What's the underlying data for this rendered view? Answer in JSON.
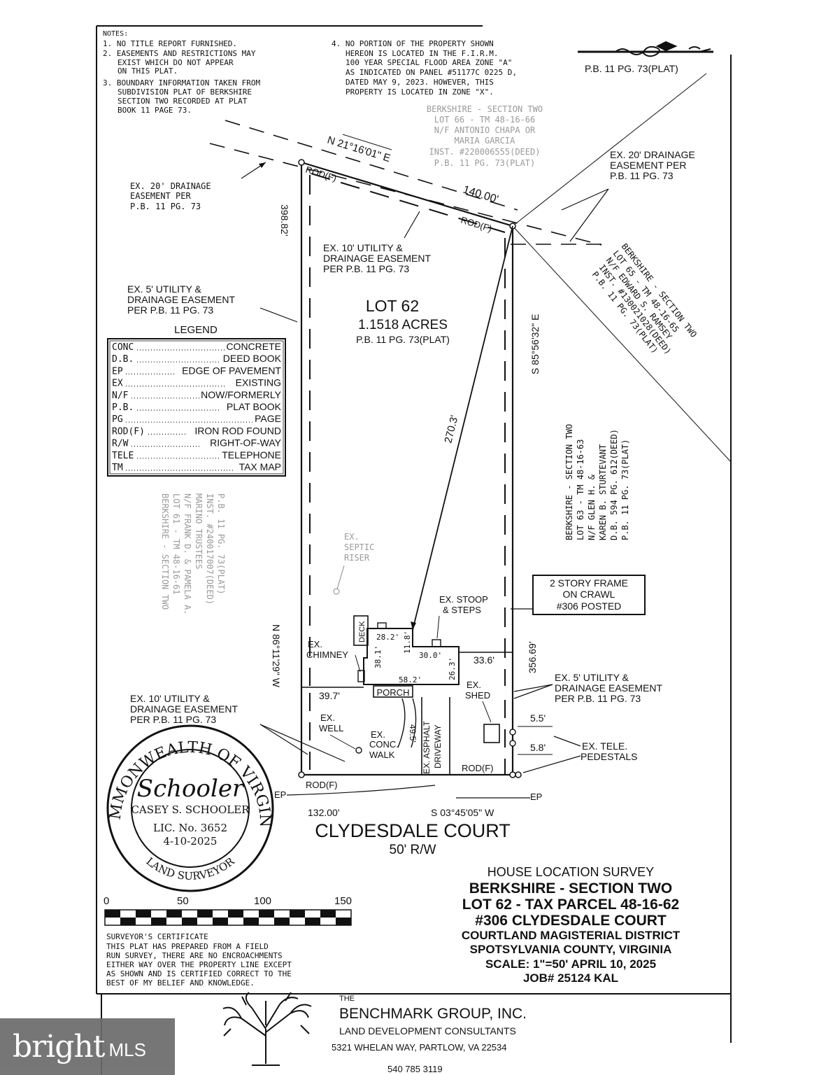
{
  "notes": {
    "heading": "NOTES:",
    "n1": "1. NO TITLE REPORT FURNISHED.",
    "n2a": "2. EASEMENTS AND RESTRICTIONS MAY",
    "n2b": "EXIST WHICH DO NOT APPEAR",
    "n2c": "ON THIS PLAT.",
    "n3a": "3. BOUNDARY INFORMATION TAKEN FROM",
    "n3b": "SUBDIVISION PLAT OF BERKSHIRE",
    "n3c": "SECTION TWO RECORDED AT PLAT",
    "n3d": "BOOK 11 PAGE 73.",
    "n4a": "4. NO PORTION OF THE PROPERTY SHOWN",
    "n4b": "HEREON IS LOCATED IN THE F.I.R.M.",
    "n4c": "100 YEAR SPECIAL FLOOD AREA ZONE \"A\"",
    "n4d": "AS INDICATED ON PANEL #51177C 0225 D,",
    "n4e": "DATED MAY 9, 2023. HOWEVER, THIS",
    "n4f": "PROPERTY IS LOCATED IN ZONE \"X\"."
  },
  "north_ref": "P.B. 11 PG. 73(PLAT)",
  "adjoiners": {
    "lot66": [
      "BERKSHIRE - SECTION TWO",
      "LOT 66 - TM 48-16-66",
      "N/F ANTONIO CHAPA OR",
      "MARIA GARCIA",
      "INST. #220006555(DEED)",
      "P.B. 11 PG. 73(PLAT)"
    ],
    "lot65": [
      "BERKSHIRE - SECTION TWO",
      "LOT 65 - TM 48-16-65",
      "N/F EDWARD S. RAMSEY",
      "INST. #130021028(DEED)",
      "P.B. 11 PG. 73(PLAT)"
    ],
    "lot63": [
      "BERKSHIRE - SECTION TWO",
      "LOT 63 - TM 48-16-63",
      "N/F GLEN H. &",
      "KAREN B. STURTEVANT",
      "D.B. 594 PG. 612(DEED)",
      "P.B. 11 PG. 73(PLAT)"
    ],
    "lot61": [
      "BERKSHIRE - SECTION TWO",
      "LOT 61 - TM 48-16-61",
      "N/F FRANK D. & PAMELA A.",
      "MARINO TRUSTEES",
      "INST. #240017007(DEED)",
      "P.B. 11 PG. 73(PLAT)"
    ]
  },
  "bearings": {
    "north": "N 21°16'01\" E",
    "north_dist": "140.00'",
    "east": "S 85°56'32\" E",
    "east_dist": "356.69'",
    "west": "N 86°11'29\" W",
    "west_dist": "398.82'",
    "south": "S 03°45'05\" W",
    "south_dist": "132.00'",
    "diag_dist": "270.3'"
  },
  "lot": {
    "name": "LOT 62",
    "acres": "1.1518 ACRES",
    "ref": "P.B. 11 PG. 73(PLAT)"
  },
  "easements": {
    "drain20_left": [
      "EX. 20' DRAINAGE",
      "EASEMENT PER",
      "P.B. 11 PG. 73"
    ],
    "drain20_right": [
      "EX. 20' DRAINAGE",
      "EASEMENT PER",
      "P.B. 11 PG. 73"
    ],
    "util10_top": [
      "EX. 10' UTILITY &",
      "DRAINAGE EASEMENT",
      "PER P.B. 11 PG. 73"
    ],
    "util5_left": [
      "EX. 5' UTILITY &",
      "DRAINAGE EASEMENT",
      "PER P.B. 11 PG. 73"
    ],
    "util5_right": [
      "EX. 5' UTILITY &",
      "DRAINAGE EASEMENT",
      "PER P.B. 11 PG. 73"
    ],
    "util10_bottom": [
      "EX. 10' UTILITY &",
      "DRAINAGE EASEMENT",
      "PER P.B. 11 PG. 73"
    ]
  },
  "legend": {
    "title": "LEGEND",
    "rows": [
      {
        "abbr": "CONC",
        "text": "CONCRETE"
      },
      {
        "abbr": "D.B.",
        "text": "DEED BOOK"
      },
      {
        "abbr": "EP",
        "text": "EDGE OF PAVEMENT"
      },
      {
        "abbr": "EX",
        "text": "EXISTING"
      },
      {
        "abbr": "N/F",
        "text": "NOW/FORMERLY"
      },
      {
        "abbr": "P.B.",
        "text": "PLAT BOOK"
      },
      {
        "abbr": "PG",
        "text": "PAGE"
      },
      {
        "abbr": "ROD(F)",
        "text": "IRON ROD FOUND"
      },
      {
        "abbr": "R/W",
        "text": "RIGHT-OF-WAY"
      },
      {
        "abbr": "TELE",
        "text": "TELEPHONE"
      },
      {
        "abbr": "TM",
        "text": "TAX MAP"
      }
    ]
  },
  "labels": {
    "rod": "ROD(F)",
    "septic": [
      "EX.",
      "SEPTIC",
      "RISER"
    ],
    "house_note": [
      "2 STORY FRAME",
      "ON CRAWL",
      "#306 POSTED"
    ],
    "stoop": [
      "EX. STOOP",
      "& STEPS"
    ],
    "chimney": [
      "EX.",
      "CHIMNEY"
    ],
    "deck": "DECK",
    "porch": "PORCH",
    "well": [
      "EX.",
      "WELL"
    ],
    "walk": [
      "EX.",
      "CONC.",
      "WALK"
    ],
    "asphalt": [
      "EX. ASPHALT",
      "DRIVEWAY"
    ],
    "shed": [
      "EX.",
      "SHED"
    ],
    "tele": [
      "EX. TELE.",
      "PEDESTALS"
    ],
    "ep": "EP",
    "dims": {
      "d282": "28.2'",
      "d300": "30.0'",
      "d381": "38.1'",
      "d118": "11.8'",
      "d582": "58.2'",
      "d263": "26.3'",
      "d336": "33.6'",
      "d397": "39.7'",
      "d495": "49.5'",
      "d55": "5.5'",
      "d58": "5.8'"
    }
  },
  "street": {
    "name": "CLYDESDALE COURT",
    "rw": "50' R/W"
  },
  "seal": {
    "ring_top": "COMMONWEALTH OF VIRGINIA",
    "name": "CASEY S. SCHOOLER",
    "lic": "LIC. No. 3652",
    "date": "4-10-2025",
    "bottom": "LAND SURVEYOR",
    "signature": "Schooler"
  },
  "scale_bar": {
    "ticks": [
      "0",
      "50",
      "100",
      "150"
    ]
  },
  "certificate": {
    "title": "SURVEYOR'S CERTIFICATE",
    "lines": [
      "THIS PLAT HAS PREPARED FROM A FIELD",
      "RUN SURVEY, THERE ARE NO ENCROACHMENTS",
      "EITHER WAY OVER THE PROPERTY LINE EXCEPT",
      "AS SHOWN AND IS CERTIFIED CORRECT TO THE",
      "BEST OF MY BELIEF AND KNOWLEDGE."
    ]
  },
  "title_block": {
    "l1": "HOUSE LOCATION SURVEY",
    "l2": "BERKSHIRE - SECTION TWO",
    "l3": "LOT 62 - TAX PARCEL 48-16-62",
    "l4": "#306 CLYDESDALE COURT",
    "l5": "COURTLAND MAGISTERIAL DISTRICT",
    "l6": "SPOTSYLVANIA COUNTY, VIRGINIA",
    "l7": "SCALE: 1\"=50'   APRIL 10, 2025",
    "l8": "JOB# 25124     KAL"
  },
  "company": {
    "the": "THE",
    "name": "BENCHMARK GROUP, INC.",
    "tag": "LAND DEVELOPMENT CONSULTANTS",
    "addr": "5321 WHELAN WAY,   PARTLOW,   VA 22534",
    "phone": "540 785 3119"
  },
  "watermark": {
    "brand": "bright",
    "suffix": "MLS"
  }
}
